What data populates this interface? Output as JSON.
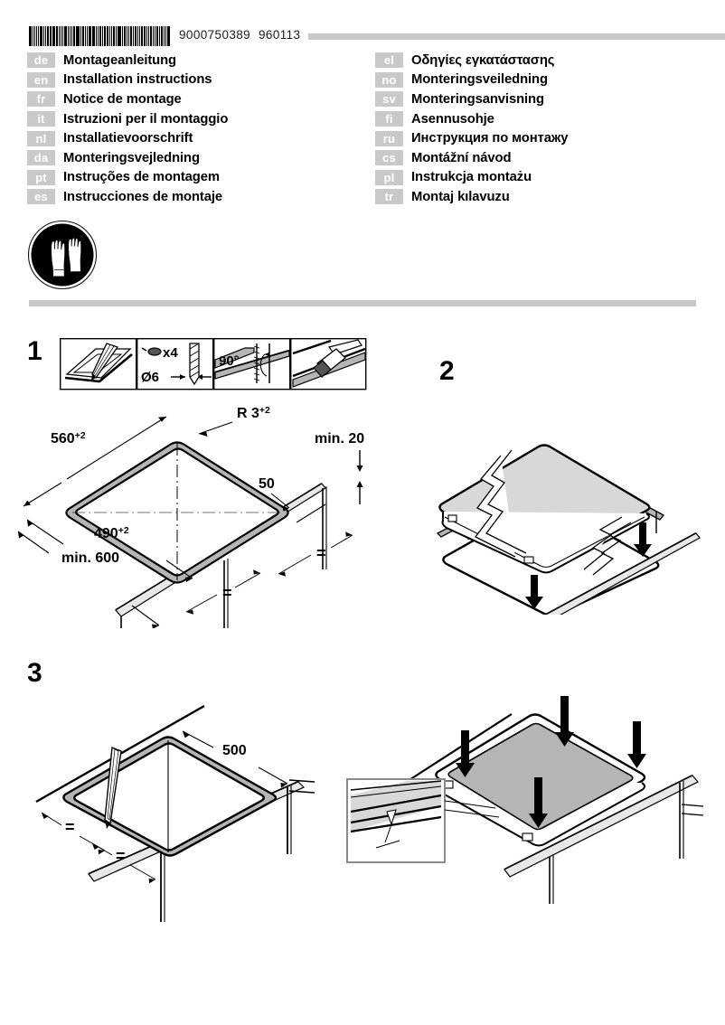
{
  "header": {
    "barcode_name": "barcode",
    "doc_number_main": "9000750389",
    "doc_number_sub": "960113"
  },
  "languages_left": [
    {
      "code": "de",
      "title": "Montageanleitung"
    },
    {
      "code": "en",
      "title": "Installation instructions"
    },
    {
      "code": "fr",
      "title": "Notice de montage"
    },
    {
      "code": "it",
      "title": "Istruzioni per il montaggio"
    },
    {
      "code": "nl",
      "title": "Installatievoorschrift"
    },
    {
      "code": "da",
      "title": "Monteringsvejledning"
    },
    {
      "code": "pt",
      "title": "Instruções de montagem"
    },
    {
      "code": "es",
      "title": "Instrucciones de montaje"
    }
  ],
  "languages_right": [
    {
      "code": "el",
      "title": "Οδηγίες εγκατάστασης"
    },
    {
      "code": "no",
      "title": "Monteringsveiledning"
    },
    {
      "code": "sv",
      "title": "Monteringsanvisning"
    },
    {
      "code": "fi",
      "title": "Asennusohje"
    },
    {
      "code": "ru",
      "title": "Инструкция по монтажу"
    },
    {
      "code": "cs",
      "title": "Montážní návod"
    },
    {
      "code": "pl",
      "title": "Instrukcja montażu"
    },
    {
      "code": "tr",
      "title": "Montaj kılavuzu"
    }
  ],
  "safety_icon": {
    "name": "protective-gloves-icon",
    "meaning": "wear protective gloves"
  },
  "steps": [
    {
      "number": "1",
      "tool_panels": [
        {
          "name": "marking-pencil-panel",
          "labels": []
        },
        {
          "name": "drill-panel",
          "labels": [
            "x4",
            "Ø6"
          ]
        },
        {
          "name": "saw-angle-panel",
          "labels": [
            "90°"
          ]
        },
        {
          "name": "sealing-brush-panel",
          "labels": []
        }
      ],
      "dimensions": {
        "radius": "R 3",
        "radius_sup": "+2",
        "width": "560",
        "width_sup": "+2",
        "depth": "490",
        "depth_sup": "+2",
        "min_rear": "min. 20",
        "front_edge": "50",
        "min_cabinet": "min. 600",
        "equal_mark": "="
      }
    },
    {
      "number": "2"
    },
    {
      "number": "3",
      "dimensions": {
        "min_depth": "500",
        "equal_mark": "="
      }
    }
  ],
  "colors": {
    "rule_gray": "#c8c8c8",
    "tag_gray": "#c9c9c9",
    "panel_fill": "#b5b5b5",
    "surface_fill": "#d8d8d8",
    "ink": "#000000"
  }
}
